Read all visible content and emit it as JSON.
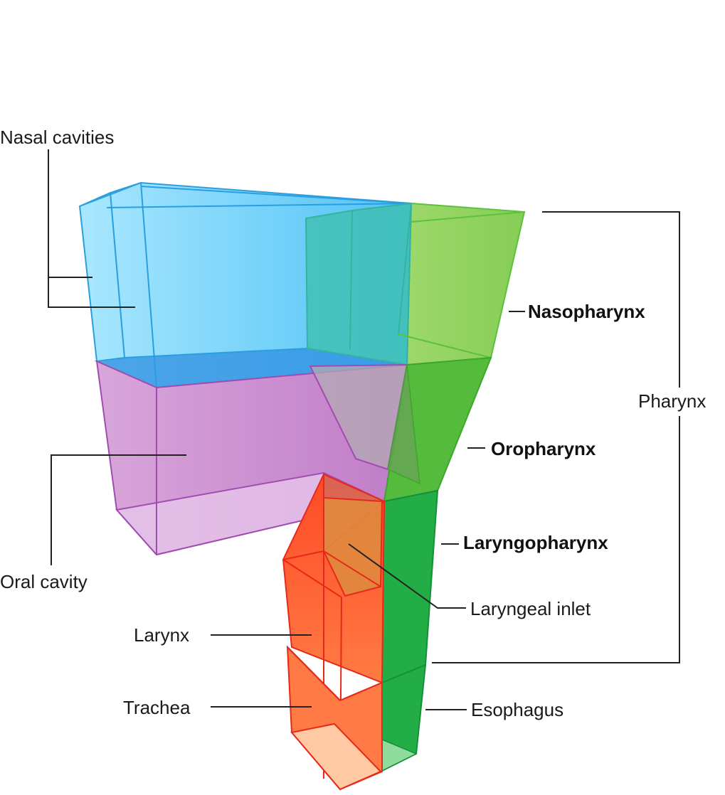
{
  "labels": {
    "nasal_cavities": "Nasal cavities",
    "nasopharynx": "Nasopharynx",
    "oropharynx": "Oropharynx",
    "laryngopharynx": "Laryngopharynx",
    "pharynx": "Pharynx",
    "oral_cavity": "Oral cavity",
    "laryngeal_inlet": "Laryngeal inlet",
    "larynx": "Larynx",
    "trachea": "Trachea",
    "esophagus": "Esophagus"
  },
  "colors": {
    "nasal": "#3fb8ef",
    "pharynx_light": "#8fd25e",
    "pharynx_mid": "#55bb3c",
    "pharynx_dark": "#22ad46",
    "oral": "#c78acb",
    "larynx": "#f23b1e",
    "trachea": "#ff8a4a"
  }
}
